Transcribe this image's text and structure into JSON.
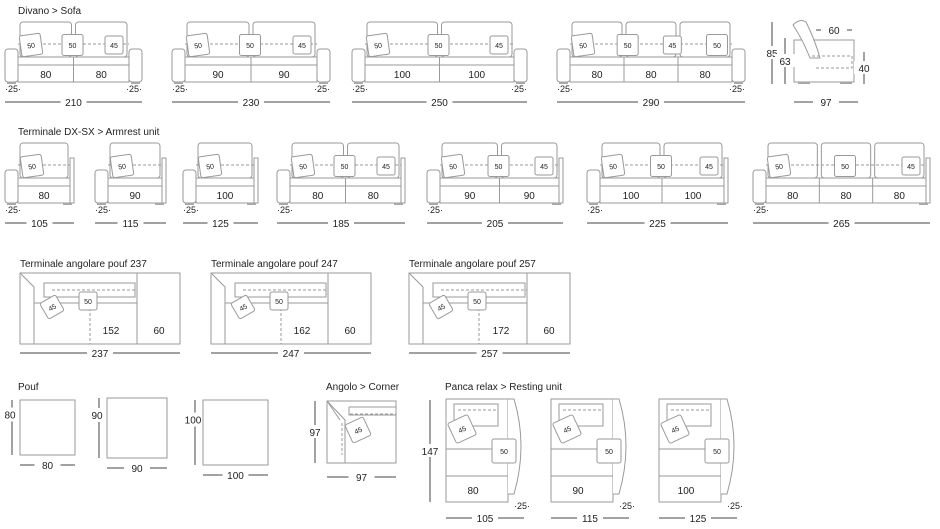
{
  "sections": {
    "sofa": {
      "title": "Divano > Sofa",
      "items": [
        {
          "seats": [
            "80",
            "80"
          ],
          "pillows": [
            "50",
            "50",
            "45"
          ],
          "arm_left": "·25·",
          "arm_right": "·25·",
          "total": "210"
        },
        {
          "seats": [
            "90",
            "90"
          ],
          "pillows": [
            "50",
            "50",
            "45"
          ],
          "arm_left": "·25·",
          "arm_right": "·25·",
          "total": "230"
        },
        {
          "seats": [
            "100",
            "100"
          ],
          "pillows": [
            "50",
            "50",
            "45"
          ],
          "arm_left": "·25·",
          "arm_right": "·25·",
          "total": "250"
        },
        {
          "seats": [
            "80",
            "80",
            "80"
          ],
          "pillows": [
            "50",
            "50",
            "45",
            "50"
          ],
          "arm_left": "·25·",
          "arm_right": "·25·",
          "total": "290"
        }
      ],
      "side_view": {
        "height_back": "85",
        "height_arm": "63",
        "seat_height": "40",
        "backrest_depth": "60",
        "depth": "97"
      }
    },
    "armrest": {
      "title": "Terminale DX-SX > Armrest unit",
      "items": [
        {
          "seats": [
            "80"
          ],
          "pillows": [
            "50"
          ],
          "arm_left": "·25·",
          "total": "105"
        },
        {
          "seats": [
            "90"
          ],
          "pillows": [
            "50"
          ],
          "arm_left": "·25·",
          "total": "115"
        },
        {
          "seats": [
            "100"
          ],
          "pillows": [
            "50"
          ],
          "arm_left": "·25·",
          "total": "125"
        },
        {
          "seats": [
            "80",
            "80"
          ],
          "pillows": [
            "50",
            "50",
            "45"
          ],
          "arm_left": "·25·",
          "total": "185"
        },
        {
          "seats": [
            "90",
            "90"
          ],
          "pillows": [
            "50",
            "50",
            "45"
          ],
          "arm_left": "·25·",
          "total": "205"
        },
        {
          "seats": [
            "100",
            "100"
          ],
          "pillows": [
            "50",
            "50",
            "45"
          ],
          "arm_left": "·25·",
          "total": "225"
        },
        {
          "seats": [
            "80",
            "80",
            "80"
          ],
          "pillows": [
            "50",
            "50",
            "45"
          ],
          "arm_left": "·25·",
          "total": "265"
        }
      ]
    },
    "corner_pouf": {
      "items": [
        {
          "title": "Terminale angolare pouf 237",
          "pillows": [
            "45",
            "50"
          ],
          "seat": "152",
          "pouf": "60",
          "total": "237"
        },
        {
          "title": "Terminale angolare pouf 247",
          "pillows": [
            "45",
            "50"
          ],
          "seat": "162",
          "pouf": "60",
          "total": "247"
        },
        {
          "title": "Terminale angolare pouf 257",
          "pillows": [
            "45",
            "50"
          ],
          "seat": "172",
          "pouf": "60",
          "total": "257"
        }
      ]
    },
    "pouf": {
      "title": "Pouf",
      "items": [
        {
          "depth": "80",
          "width": "80"
        },
        {
          "depth": "90",
          "width": "90"
        },
        {
          "depth": "100",
          "width": "100"
        }
      ]
    },
    "corner": {
      "title": "Angolo > Corner",
      "pillow": "45",
      "depth": "97",
      "width": "97"
    },
    "resting": {
      "title": "Panca relax > Resting unit",
      "depth": "147",
      "items": [
        {
          "pillows": [
            "45",
            "50"
          ],
          "seat": "80",
          "arm": "·25·",
          "total": "105"
        },
        {
          "pillows": [
            "45",
            "50"
          ],
          "seat": "90",
          "arm": "·25·",
          "total": "115"
        },
        {
          "pillows": [
            "45",
            "50"
          ],
          "seat": "100",
          "arm": "·25·",
          "total": "125"
        }
      ]
    }
  }
}
